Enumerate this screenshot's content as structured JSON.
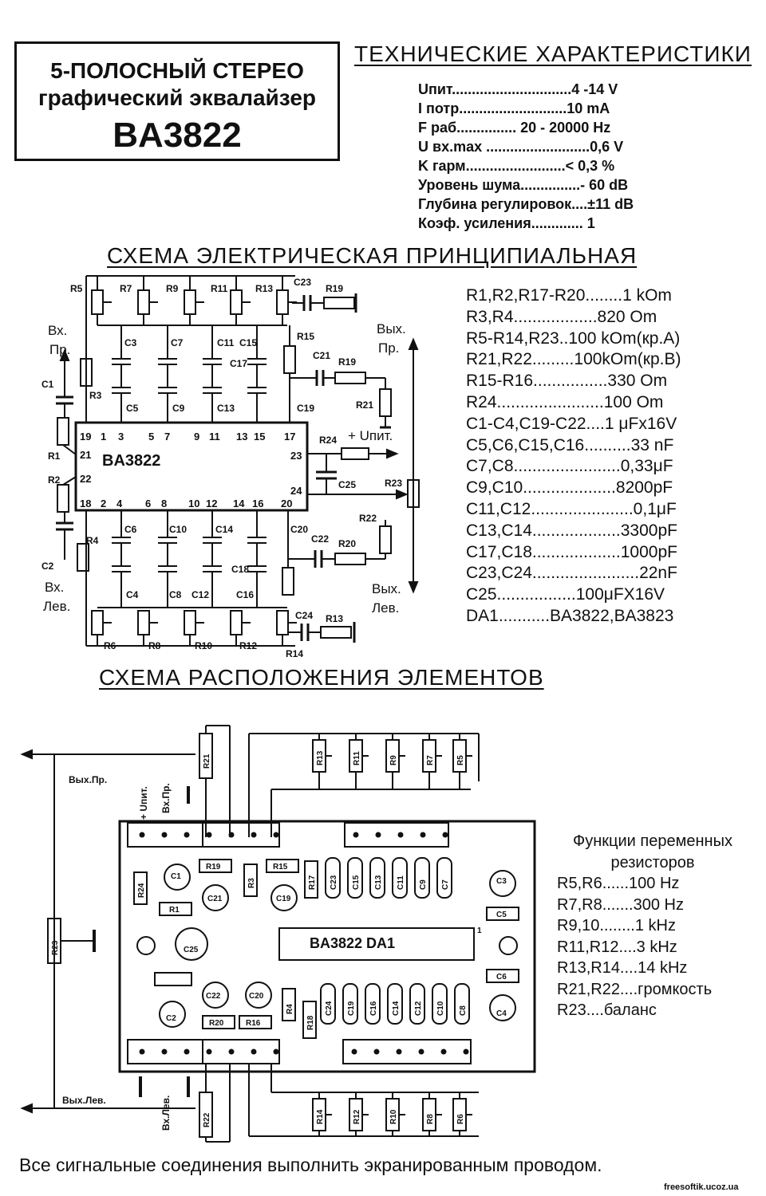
{
  "title_box": {
    "line1": "5-ПОЛОСНЫЙ СТЕРЕО",
    "line2": "графический эквалайзер",
    "chip": "BA3822"
  },
  "specs": {
    "heading": "ТЕХНИЧЕСКИЕ ХАРАКТЕРИСТИКИ",
    "rows": [
      "Uпит..............................4 -14 V",
      "I потр...........................10 mA",
      "F раб............... 20 - 20000 Hz",
      "U вх.max ..........................0,6 V",
      "K гарм.........................< 0,3 %",
      "Уровень шума...............- 60 dB",
      "Глубина регулировок....±11 dB",
      "Коэф. усиления.............  1"
    ]
  },
  "schematic": {
    "heading": "СХЕМА ЭЛЕКТРИЧЕСКАЯ ПРИНЦИПИАЛЬНАЯ",
    "chip_label": "BA3822",
    "labels": {
      "in_right": "Вх.",
      "in_right_2": "Пр.",
      "in_left": "Вх.",
      "in_left_2": "Лев.",
      "out_right": "Вых.",
      "out_right_2": "Пр.",
      "out_left": "Вых.",
      "out_left_2": "Лев.",
      "supply": "+ Uпит."
    },
    "pins_top": [
      "19",
      "1",
      "3",
      "5",
      "7",
      "9",
      "11",
      "13",
      "15",
      "17"
    ],
    "pins_bottom": [
      "18",
      "2",
      "4",
      "6",
      "8",
      "10",
      "12",
      "14",
      "16",
      "20"
    ],
    "pins_left": [
      "21",
      "22"
    ],
    "pins_right": [
      "23",
      "24"
    ],
    "upper_pots": [
      "R5",
      "R7",
      "R9",
      "R11",
      "R13"
    ],
    "upper_caps_a": [
      "C3",
      "C7",
      "C11",
      "C15"
    ],
    "upper_caps_b": [
      "C5",
      "C9",
      "C13",
      "C19"
    ],
    "lower_pots": [
      "R6",
      "R8",
      "R10",
      "R12",
      "R14"
    ],
    "lower_caps_a": [
      "C6",
      "C10",
      "C14",
      "C18"
    ],
    "lower_caps_b": [
      "C4",
      "C8",
      "C12",
      "C16"
    ],
    "misc": {
      "C23": "C23",
      "R19a": "R19",
      "R15": "R15",
      "C21": "C21",
      "R19b": "R19",
      "C17": "C17",
      "R21": "R21",
      "R3": "R3",
      "C1": "C1",
      "R1": "R1",
      "R2": "R2",
      "C2": "C2",
      "R4": "R4",
      "R24": "R24",
      "C25": "C25",
      "R23": "R23",
      "R22": "R22",
      "C20": "C20",
      "C22": "C22",
      "R20": "R20",
      "C24": "C24",
      "R13b": "R13"
    }
  },
  "parts_list": [
    "R1,R2,R17-R20........1  kOm",
    "R3,R4..................820 Om",
    "R5-R14,R23..100 kOm(кр.A)",
    "R21,R22.........100kOm(кр.B)",
    "R15-R16................330 Om",
    "R24.......................100 Om",
    "C1-C4,C19-C22....1 μFx16V",
    "C5,C6,C15,C16..........33 nF",
    "C7,C8.......................0,33μF",
    "C9,C10....................8200pF",
    "C11,C12......................0,1μF",
    "C13,C14...................3300pF",
    "C17,C18...................1000pF",
    "C23,C24.......................22nF",
    "C25.................100μFX16V",
    "DA1...........BA3822,BA3823"
  ],
  "layout_diagram": {
    "heading": "СХЕМА РАСПОЛОЖЕНИЯ ЭЛЕМЕНТОВ",
    "chip_label": "BA3822    DA1",
    "pin1": "1",
    "out_right": "Вых.Пр.",
    "out_left": "Вых.Лев.",
    "supply": "+ Uпит.",
    "in_right": "Вх.Пр.",
    "in_left": "Вх.Лев.",
    "top_pots": [
      "R13",
      "R11",
      "R9",
      "R7",
      "R5"
    ],
    "bottom_pots": [
      "R14",
      "R12",
      "R10",
      "R8",
      "R6"
    ],
    "top_caps": [
      "C23",
      "C15",
      "C13",
      "C11",
      "C9",
      "C7"
    ],
    "bottom_caps": [
      "C24",
      "C19",
      "C16",
      "C14",
      "C12",
      "C10",
      "C8"
    ],
    "small": {
      "R21": "R21",
      "R22": "R22",
      "R23": "R23",
      "R24": "R24",
      "R19": "R19",
      "R3": "R3",
      "R15": "R15",
      "R17": "R17",
      "R1": "R1",
      "R20": "R20",
      "R16": "R16",
      "R4": "R4",
      "R18": "R18",
      "C1": "C1",
      "C21": "C21",
      "C19": "C19",
      "C25": "C25",
      "C22": "C22",
      "C20": "C20",
      "C2": "C2",
      "C3": "C3",
      "C4": "C4",
      "C5": "C5",
      "C6": "C6"
    }
  },
  "functions": {
    "title1": "Функции переменных",
    "title2": "резисторов",
    "rows": [
      "R5,R6......100 Hz",
      "R7,R8.......300 Hz",
      "R9,10........1 kHz",
      "R11,R12....3 kHz",
      "R13,R14....14 kHz",
      "R21,R22....громкость",
      "R23....баланс"
    ]
  },
  "footer": "Все сигнальные соединения выполнить экранированным проводом.",
  "credit": "freesoftik.ucoz.ua"
}
